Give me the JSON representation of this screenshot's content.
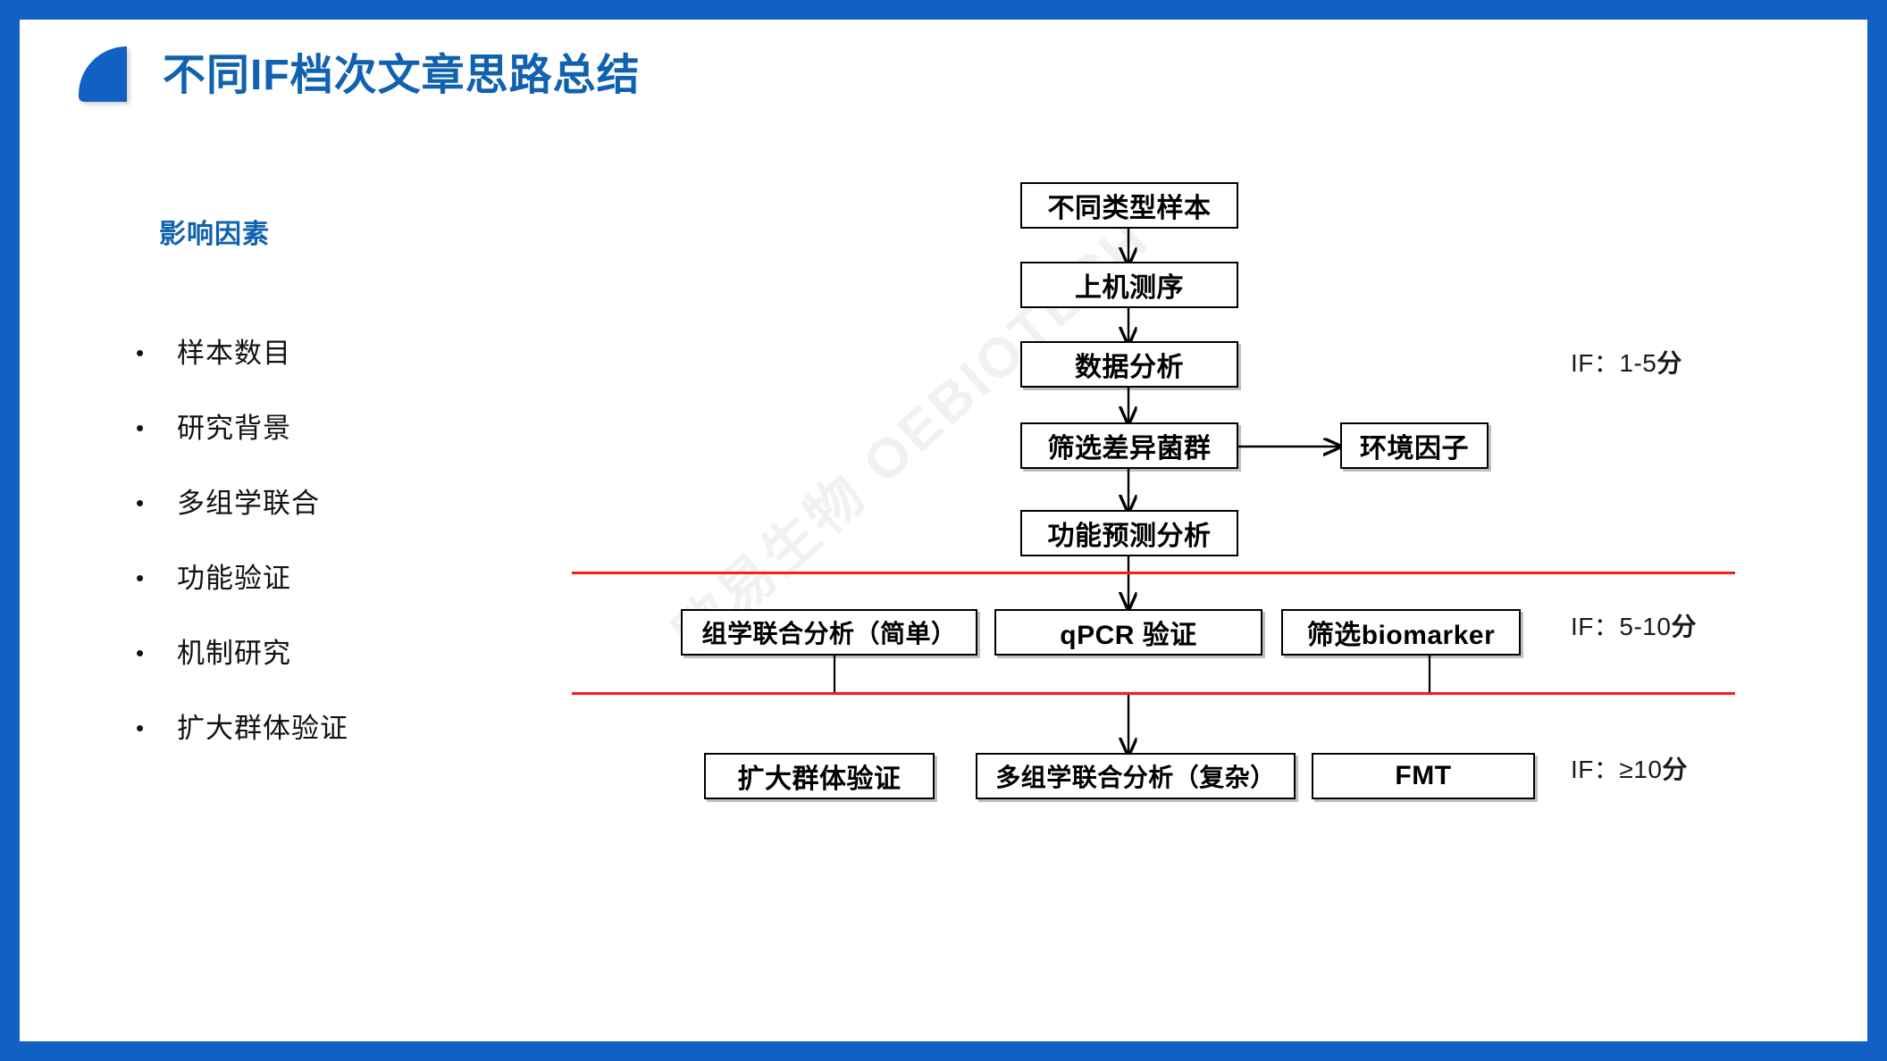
{
  "slide": {
    "title": "不同IF档次文章思路总结",
    "logo_icon": "leaf-quarter-icon",
    "frame_color": "#1161C4",
    "title_color": "#1062B0",
    "separator_color": "#FF1A1A"
  },
  "watermark": {
    "text": "欧易生物 OEBIOTECH"
  },
  "left_panel": {
    "heading": "影响因素",
    "bullets": [
      {
        "marker": "•",
        "label": "样本数目"
      },
      {
        "marker": "•",
        "label": "研究背景"
      },
      {
        "marker": "•",
        "label": "多组学联合"
      },
      {
        "marker": "•",
        "label": "功能验证"
      },
      {
        "marker": "•",
        "label": "机制研究"
      },
      {
        "marker": "•",
        "label": "扩大群体验证"
      }
    ]
  },
  "flowchart": {
    "nodes": [
      {
        "id": "sample",
        "label": "不同类型样本"
      },
      {
        "id": "sequencing",
        "label": "上机测序"
      },
      {
        "id": "data-analysis",
        "label": "数据分析"
      },
      {
        "id": "screen-flora",
        "label": "筛选差异菌群"
      },
      {
        "id": "env-factor",
        "label": "环境因子"
      },
      {
        "id": "function-pred",
        "label": "功能预测分析"
      },
      {
        "id": "omics-simple",
        "label": "组学联合分析（简单）"
      },
      {
        "id": "qpcr",
        "label": "qPCR 验证"
      },
      {
        "id": "biomarker",
        "label": "筛选biomarker"
      },
      {
        "id": "cohort",
        "label": "扩大群体验证"
      },
      {
        "id": "omics-complex",
        "label": "多组学联合分析（复杂）"
      },
      {
        "id": "fmt",
        "label": "FMT"
      }
    ],
    "if_labels": [
      {
        "id": "if-tier-1",
        "prefix": "IF：",
        "range": "1-5",
        "unit": "分"
      },
      {
        "id": "if-tier-2",
        "prefix": "IF：",
        "range": "5-10",
        "unit": "分"
      },
      {
        "id": "if-tier-3",
        "prefix": "IF：",
        "range": "≥10",
        "unit": "分"
      }
    ]
  }
}
